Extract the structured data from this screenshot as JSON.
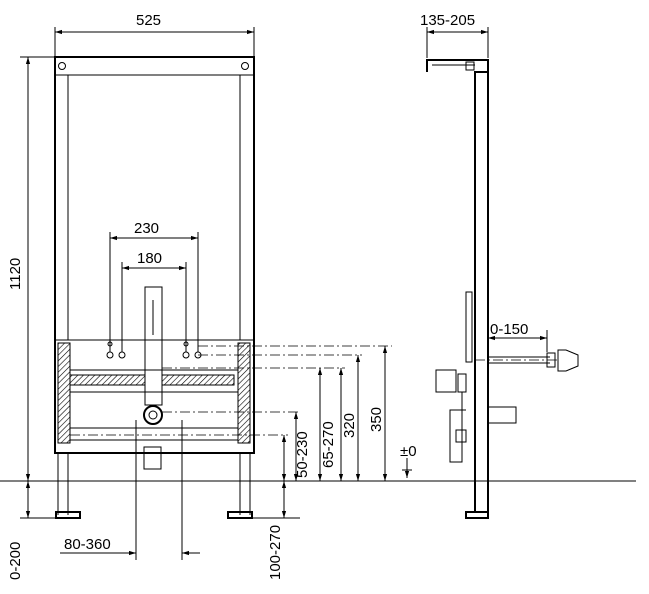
{
  "drawing": {
    "front": {
      "width_label": "525",
      "height_label": "1120",
      "outer_spacing_label": "230",
      "inner_spacing_label": "180",
      "height_320_label": "320",
      "height_350_label": "350",
      "adjust_65_270_label": "65-270",
      "adjust_50_230_label": "50-230",
      "lateral_80_360_label": "80-360",
      "feet_0_200_label": "0-200",
      "range_100_270_label": "100-270"
    },
    "side": {
      "depth_label": "135-205",
      "offset_label": "0-150",
      "zero_label": "±0"
    }
  }
}
